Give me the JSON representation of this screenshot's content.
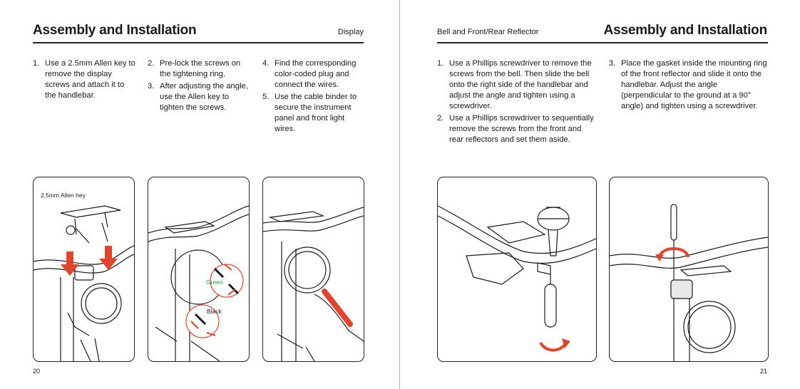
{
  "left": {
    "title": "Assembly and Installation",
    "section": "Display",
    "page_number": "20",
    "columns": [
      [
        {
          "num": "1.",
          "text": "Use a 2.5mm Allen key to remove the display screws and attach it to the handlebar."
        }
      ],
      [
        {
          "num": "2.",
          "text": "Pre-lock the screws on the tightening ring."
        },
        {
          "num": "3.",
          "text": "After adjusting the angle, use the Allen key to tighten the screws."
        }
      ],
      [
        {
          "num": "4.",
          "text": "Find the corresponding color-coded plug and connect the wires."
        },
        {
          "num": "5.",
          "text": "Use the cable binder to secure the instrument panel and front light wires."
        }
      ]
    ],
    "figure_captions": {
      "allen_key": "2.5mm Allen hey",
      "green": "Green",
      "black": "Black"
    }
  },
  "right": {
    "title": "Assembly and Installation",
    "section": "Bell and Front/Rear Reflector",
    "page_number": "21",
    "columns": [
      [
        {
          "num": "1.",
          "text": "Use a Phillips screwdriver to remove the screws from the bell. Then slide the bell onto the right side of the handlebar and adjust the angle and tighten using a screwdriver."
        },
        {
          "num": "2.",
          "text": "Use a Phillips screwdriver to sequentially remove the screws from the front and rear reflectors and set them aside."
        }
      ],
      [
        {
          "num": "3.",
          "text": "Place the gasket inside the mounting ring of the front reflector and slide it onto the handlebar. Adjust the angle (perpendicular to the ground at a 90° angle) and tighten using a screwdriver."
        }
      ]
    ]
  },
  "colors": {
    "arrow_red": "#e0442c",
    "green_label": "#1aa33a",
    "ink": "#1a1a1a"
  }
}
